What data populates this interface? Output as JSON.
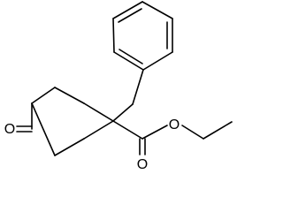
{
  "molecule": {
    "atoms": {
      "ketone_oxygen": "O",
      "ester_ether_oxygen": "O",
      "ester_carbonyl_oxygen": "O"
    }
  }
}
